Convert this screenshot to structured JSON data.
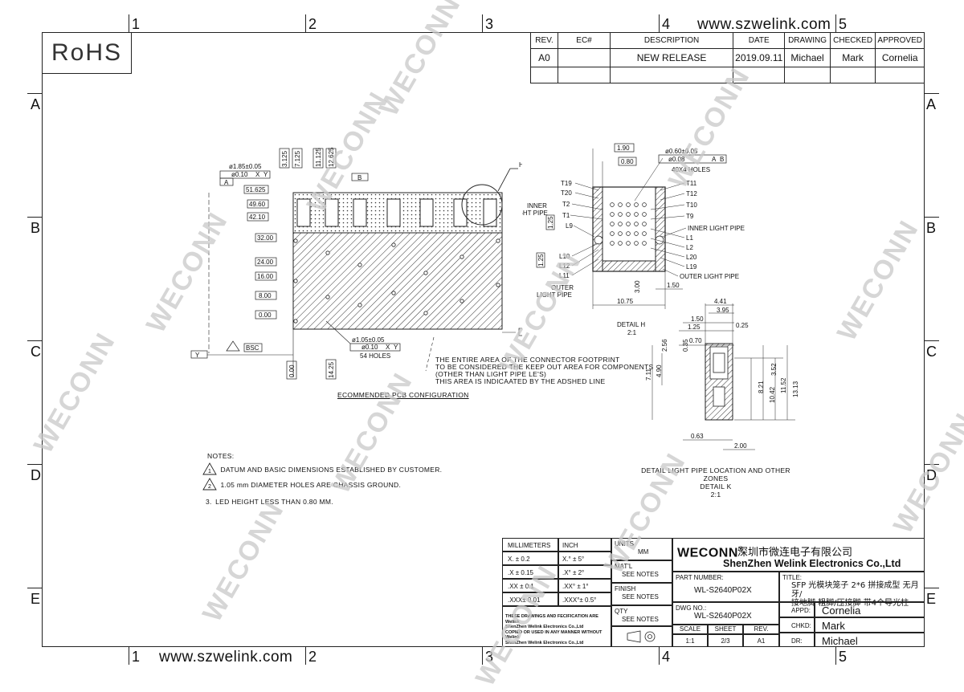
{
  "website": "www.szwelink.com",
  "rohs": "RoHS",
  "zones": {
    "columns": [
      "1",
      "2",
      "3",
      "4",
      "5"
    ],
    "rows": [
      "A",
      "B",
      "C",
      "D",
      "E"
    ]
  },
  "watermark": "WECONN",
  "revision_table": {
    "headers": [
      "REV.",
      "EC#",
      "DESCRIPTION",
      "DATE",
      "DRAWING",
      "CHECKED",
      "APPROVED"
    ],
    "row": [
      "A0",
      "",
      "NEW RELEASE",
      "2019.09.11",
      "Michael",
      "Mark",
      "Cornelia"
    ]
  },
  "pcb_view": {
    "dims_top": [
      "3.125",
      "7.125",
      "11.125",
      "12.625"
    ],
    "dims_left": [
      "51.625",
      "49.60",
      "42.10",
      "32.00",
      "24.00",
      "16.00",
      "8.00",
      "0.00"
    ],
    "hole_callout": "ø1.85±0.05",
    "hole_tol": "ø0.10",
    "datum_a": "A",
    "datum_b": "B",
    "datum_x": "X",
    "datum_y": "Y",
    "detail_ref": "H",
    "basic_dim": "BSC",
    "chassis_hole": "ø1.05±0.05",
    "chassis_tol": "ø0.10",
    "chassis_count": "54 HOLES",
    "bottom_dims": [
      "0.00",
      "14.25"
    ],
    "keepout_note": [
      "THE ENTIRE AREA OF THE CONNECTOR FOOTPRINT",
      "TO BE CONSIDERED THE KEEP OUT AREA FOR COMPONENTS",
      "(OTHER THAN LIGHT PIPE LE'S)",
      "THIS AREA IS INDICAATED BY THE ADSHED LINE"
    ],
    "caption": "ECOMMENDED PCB CONFIGURATION"
  },
  "detail_h": {
    "dims": [
      "1.90",
      "0.80",
      "1.25",
      "1.25",
      "3.00",
      "1.50",
      "10.75"
    ],
    "hole_callout": "ø0.60±0.05",
    "hole_tol": "ø0.08",
    "hole_count": "40X4 HOLES",
    "left_labels": [
      "T19",
      "T20",
      "INNER",
      "LIGHT PIPE",
      "T2",
      "T1",
      "L9",
      "L10",
      "L12",
      "L11",
      "OUTER",
      "LIGHT PIPE"
    ],
    "right_labels": [
      "T11",
      "T12",
      "T10",
      "T9",
      "INNER LIGHT PIPE",
      "L1",
      "L2",
      "L20",
      "L19",
      "OUTER LIGHT PIPE"
    ],
    "caption": [
      "DETAIL H",
      "2:1"
    ]
  },
  "detail_k": {
    "dims": [
      "4.41",
      "3.95",
      "1.50",
      "1.25",
      "0.25",
      "0.70",
      "2.56",
      "0.35",
      "4.90",
      "7.11",
      "3.52",
      "8.21",
      "10.42",
      "11.52",
      "13.13",
      "0.63",
      "2.00"
    ],
    "caption": [
      "DETAIL LIGHT PIPE LOCATION AND OTHER ZONES",
      "DETAIL K",
      "2:1"
    ]
  },
  "notes": {
    "title": "NOTES:",
    "items": [
      {
        "num": "1",
        "text": "DATUM AND BASIC DIMENSIONS ESTABLISHED BY CUSTOMER."
      },
      {
        "num": "2",
        "text": "1.05 mm DIAMETER HOLES ARE CHASSIS GROUND."
      },
      {
        "num": "3.",
        "text": "LED HEIGHT LESS THAN 0.80 MM."
      }
    ]
  },
  "title_block": {
    "tol_headers": [
      "MILLIMETERS",
      "INCH"
    ],
    "tol_rows": [
      [
        "X.  ± 0.2",
        "X.°  ± 5°"
      ],
      [
        ".X  ± 0.15",
        ".X°  ± 2°"
      ],
      [
        ".XX ± 0.1",
        ".XX°  ± 1°"
      ],
      [
        ".XXX± 0.01",
        ".XXX°± 0.5°"
      ]
    ],
    "disclaimer": [
      "THESE DRAWINGS AND FECIFICATION  ARE Welink",
      "ShenZhen Welink Electronics Co.,Ltd",
      "COPIED OR USED IN ANY MANNER WITHOUT Welink",
      "ShenZhen Welink Electronics Co.,Ltd"
    ],
    "units_label": "UNITS",
    "units_value": "MM",
    "matl_label": "MAT'L",
    "matl_value": "SEE NOTES",
    "finish_label": "FINISH",
    "finish_value": "SEE NOTES",
    "qty_label": "QTY",
    "qty_value": "SEE NOTES",
    "brand": "WECONN",
    "brand_mark": "®",
    "company_cn": "深圳市微连电子有限公司",
    "company_en": "ShenZhen Welink Electronics Co.,Ltd",
    "part_label": "PART NUMBER:",
    "part_value": "WL-S2640P02X",
    "dwg_label": "DWG NO.:",
    "dwg_value": "WL-S2640P02X",
    "title_label": "TITLE:",
    "title_value": [
      "SFP 光模块笼子 2*6 拼接成型 无月牙/",
      "接地脚 粗脚/压接脚  带4个导光柱"
    ],
    "scale_label": "SCALE",
    "scale_value": "1:1",
    "sheet_label": "SHEET",
    "sheet_value": "2/3",
    "rev_label": "REV.",
    "rev_value": "A1",
    "appd_label": "APPD:",
    "appd_value": "Cornelia",
    "chkd_label": "CHKD:",
    "chkd_value": "Mark",
    "dr_label": "DR:",
    "dr_value": "Michael"
  }
}
